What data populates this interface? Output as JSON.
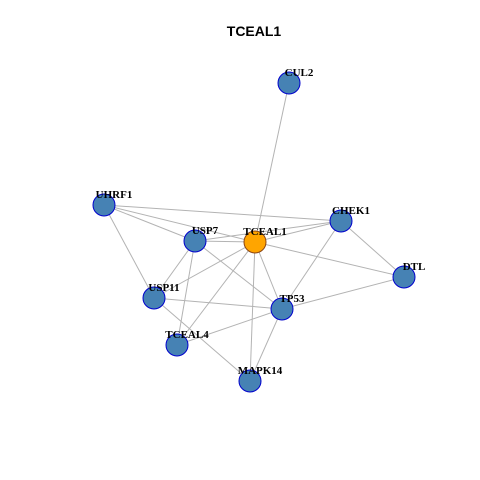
{
  "graph": {
    "title": "TCEAL1",
    "colors": {
      "node_fill": "#4682B4",
      "node_stroke": "#0000CD",
      "focus_fill": "#FFA500",
      "focus_stroke": "#8B4513",
      "edge": "#B3B3B3"
    },
    "nodes": [
      {
        "id": "TCEAL1",
        "label": "TCEAL1",
        "focus": true
      },
      {
        "id": "CUL2",
        "label": "CUL2"
      },
      {
        "id": "UHRF1",
        "label": "UHRF1"
      },
      {
        "id": "USP7",
        "label": "USP7"
      },
      {
        "id": "CHEK1",
        "label": "CHEK1"
      },
      {
        "id": "DTL",
        "label": "DTL"
      },
      {
        "id": "USP11",
        "label": "USP11"
      },
      {
        "id": "TP53",
        "label": "TP53"
      },
      {
        "id": "TCEAL4",
        "label": "TCEAL4"
      },
      {
        "id": "MAPK14",
        "label": "MAPK14"
      }
    ],
    "edges": [
      [
        "CUL2",
        "TCEAL1"
      ],
      [
        "UHRF1",
        "USP7"
      ],
      [
        "UHRF1",
        "TCEAL1"
      ],
      [
        "UHRF1",
        "CHEK1"
      ],
      [
        "UHRF1",
        "USP11"
      ],
      [
        "USP7",
        "TCEAL1"
      ],
      [
        "USP7",
        "CHEK1"
      ],
      [
        "USP7",
        "USP11"
      ],
      [
        "USP7",
        "TP53"
      ],
      [
        "USP7",
        "TCEAL4"
      ],
      [
        "TCEAL1",
        "CHEK1"
      ],
      [
        "TCEAL1",
        "DTL"
      ],
      [
        "TCEAL1",
        "USP11"
      ],
      [
        "TCEAL1",
        "TP53"
      ],
      [
        "TCEAL1",
        "TCEAL4"
      ],
      [
        "TCEAL1",
        "MAPK14"
      ],
      [
        "CHEK1",
        "DTL"
      ],
      [
        "CHEK1",
        "TP53"
      ],
      [
        "DTL",
        "TP53"
      ],
      [
        "USP11",
        "TP53"
      ],
      [
        "USP11",
        "MAPK14"
      ],
      [
        "TP53",
        "TCEAL4"
      ],
      [
        "TP53",
        "MAPK14"
      ]
    ]
  }
}
